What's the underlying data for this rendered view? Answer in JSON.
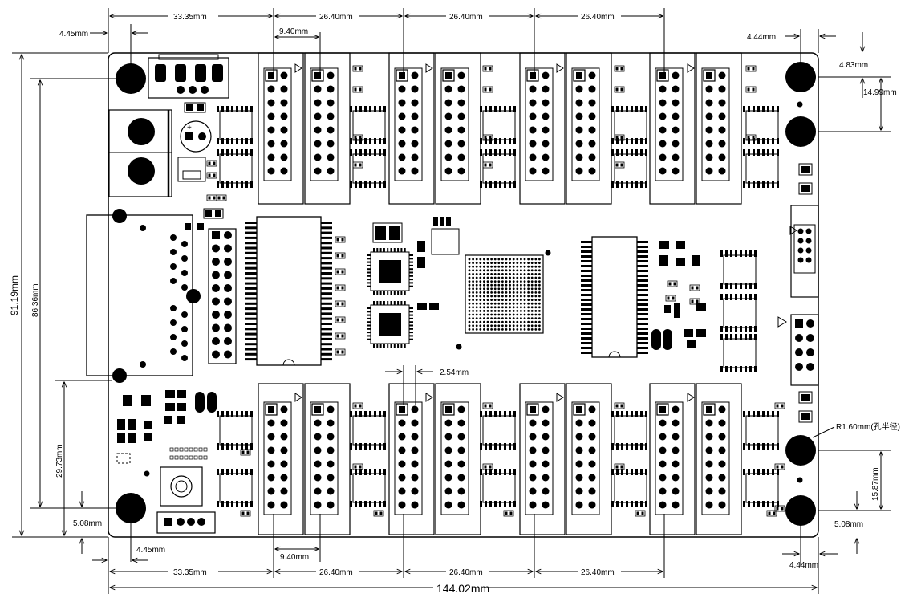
{
  "dimensions": {
    "top_offset_left": "33.35mm",
    "top_pitch_1": "26.40mm",
    "top_pitch_2": "26.40mm",
    "top_pitch_3": "26.40mm",
    "left_edge_hole_top": "4.45mm",
    "connector_width_top": "9.40mm",
    "right_edge_hole_top": "4.44mm",
    "right_hole_vertical_top": "4.83mm",
    "right_hole_spacing_top": "14.99mm",
    "board_height": "91.19mm",
    "hole_height": "86.36mm",
    "lower_height": "29.73mm",
    "pin_pitch": "2.54mm",
    "hole_radius": "R1.60mm(孔半径)",
    "right_hole_spacing_bottom": "15.87mm",
    "left_bottom_hole_vertical": "5.08mm",
    "right_bottom_hole_vertical": "5.08mm",
    "left_edge_hole_bottom": "4.45mm",
    "connector_width_bottom": "9.40mm",
    "right_edge_hole_bottom": "4.44mm",
    "bottom_offset_left": "33.35mm",
    "bottom_pitch_1": "26.40mm",
    "bottom_pitch_2": "26.40mm",
    "bottom_pitch_3": "26.40mm",
    "board_width": "144.02mm"
  }
}
